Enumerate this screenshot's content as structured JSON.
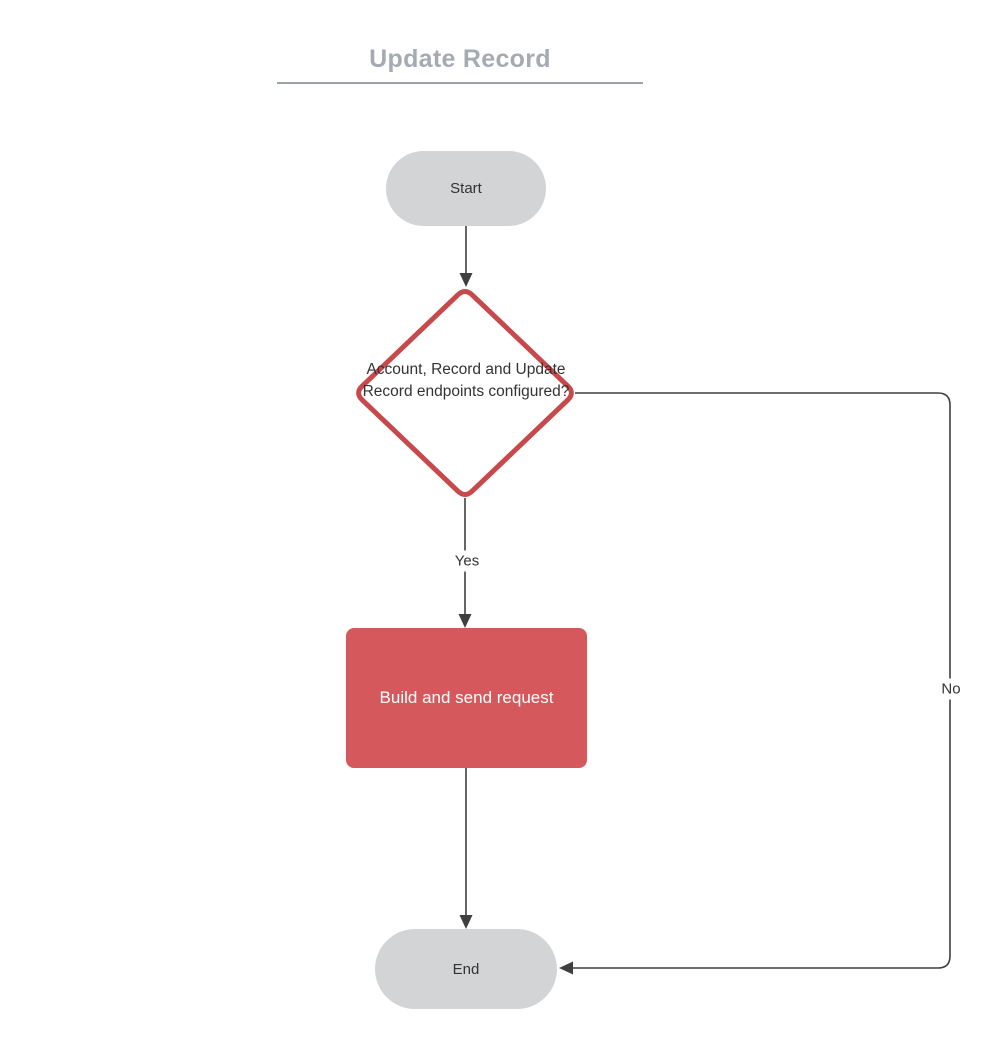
{
  "title": "Update Record",
  "nodes": {
    "start": {
      "label": "Start",
      "type": "terminator"
    },
    "decision": {
      "label": "Account, Record and Update Record endpoints configured?",
      "type": "decision"
    },
    "process": {
      "label": "Build and send request",
      "type": "process"
    },
    "end": {
      "label": "End",
      "type": "terminator"
    }
  },
  "edge_labels": {
    "yes": "Yes",
    "no": "No"
  },
  "colors": {
    "accent-red": "#d5595c",
    "accent-red-border": "#c8494c",
    "node-gray": "#d2d4d5",
    "title-gray": "#a6aab2",
    "title-underline": "#9ca1a9",
    "line": "#3f3f3f",
    "text-dark": "#333333",
    "text-light": "#ffffff"
  }
}
